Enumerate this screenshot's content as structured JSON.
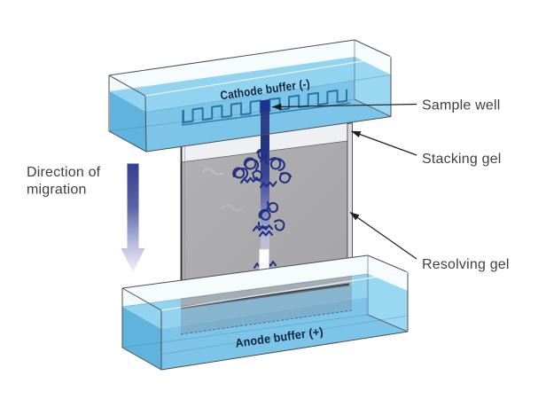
{
  "labels": {
    "cathode_buffer": "Cathode buffer (-)",
    "anode_buffer": "Anode buffer (+)",
    "sample_well": "Sample well",
    "stacking_gel": "Stacking gel",
    "resolving_gel": "Resolving gel",
    "direction_line1": "Direction of",
    "direction_line2": "migration"
  },
  "colors": {
    "buffer_surface": "#92d3ef",
    "buffer_front": "#7cc5e8",
    "buffer_side": "#5fb3dc",
    "buffer_end": "#9ad7f1",
    "glass_band": "#f6fbfe",
    "resolving_gel_body": "#ababab",
    "stacking_gel_band": "#eef0f4",
    "sample_navy": "#26347e",
    "comb_outline": "#2a74a4",
    "protein_ribbon": "#233084",
    "annotation_text": "#3f3f41",
    "buffer_text": "#10223c",
    "leader_line": "#1f1f1f"
  },
  "icons": {
    "direction_arrow": "gradient-down-arrow",
    "migration_arrow": "white-down-arrow",
    "leader_arrowhead": "black-arrowhead"
  }
}
